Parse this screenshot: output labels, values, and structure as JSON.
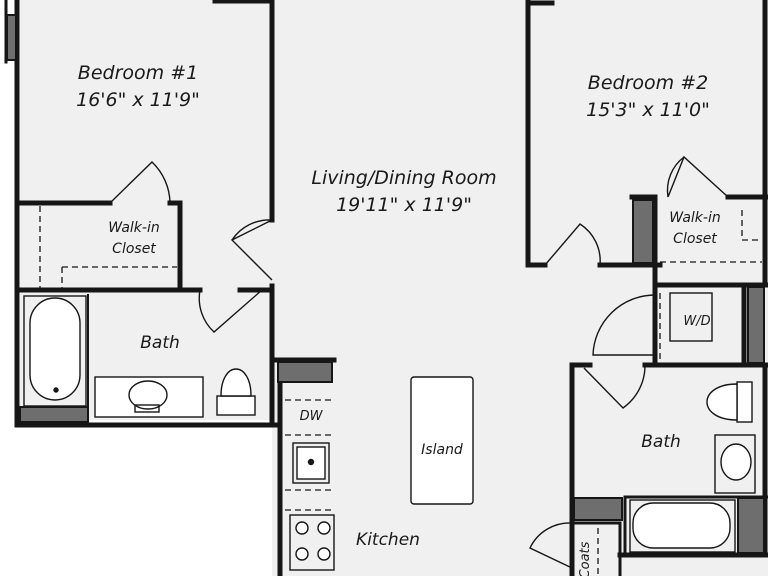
{
  "plan": {
    "colors": {
      "floor": "#f0f0f0",
      "wall": "#161616",
      "wall_fill": "#6e6e6e",
      "fixture": "#ffffff",
      "background": "#ffffff"
    },
    "rooms": {
      "bedroom1": {
        "name": "Bedroom #1",
        "size": "16'6\" x 11'9\""
      },
      "bedroom2": {
        "name": "Bedroom #2",
        "size": "15'3\" x 11'0\""
      },
      "living": {
        "name": "Living/Dining Room",
        "size": "19'11\" x 11'9\""
      },
      "closet1": {
        "line1": "Walk-in",
        "line2": "Closet"
      },
      "closet2": {
        "line1": "Walk-in",
        "line2": "Closet"
      },
      "bath1": {
        "name": "Bath"
      },
      "bath2": {
        "name": "Bath"
      },
      "island": {
        "name": "Island"
      },
      "kitchen": {
        "name": "Kitchen"
      },
      "dw": {
        "name": "DW"
      },
      "wd": {
        "name": "W/D"
      },
      "coats": {
        "name": "Coats"
      }
    }
  }
}
